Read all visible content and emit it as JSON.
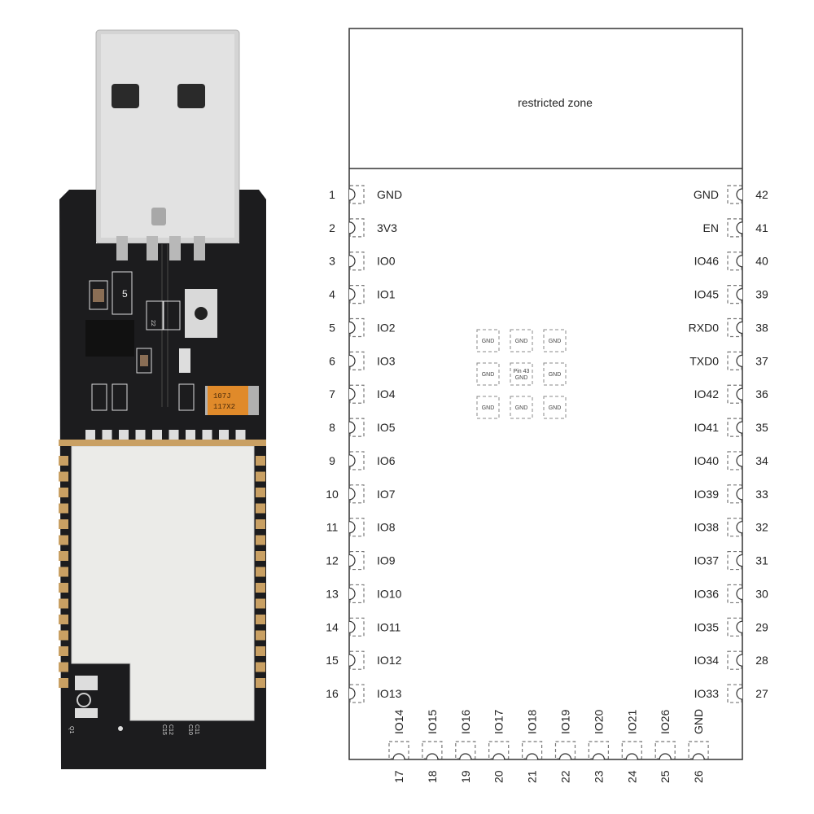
{
  "photo": {
    "capacitor_marking": [
      "107J",
      "117X2"
    ],
    "silkscreen": [
      "C11",
      "C10",
      "C12",
      "C15",
      "Q1"
    ],
    "chip_marking": "5",
    "resistor_marking": "22"
  },
  "diagram": {
    "restricted_zone_label": "restricted zone",
    "center_pads": [
      "GND",
      "GND",
      "GND",
      "GND",
      "Pin 43 GND",
      "GND",
      "GND",
      "GND",
      "GND"
    ],
    "left_pins": [
      {
        "num": "1",
        "name": "GND"
      },
      {
        "num": "2",
        "name": "3V3"
      },
      {
        "num": "3",
        "name": "IO0"
      },
      {
        "num": "4",
        "name": "IO1"
      },
      {
        "num": "5",
        "name": "IO2"
      },
      {
        "num": "6",
        "name": "IO3"
      },
      {
        "num": "7",
        "name": "IO4"
      },
      {
        "num": "8",
        "name": "IO5"
      },
      {
        "num": "9",
        "name": "IO6"
      },
      {
        "num": "10",
        "name": "IO7"
      },
      {
        "num": "11",
        "name": "IO8"
      },
      {
        "num": "12",
        "name": "IO9"
      },
      {
        "num": "13",
        "name": "IO10"
      },
      {
        "num": "14",
        "name": "IO11"
      },
      {
        "num": "15",
        "name": "IO12"
      },
      {
        "num": "16",
        "name": "IO13"
      }
    ],
    "right_pins": [
      {
        "num": "42",
        "name": "GND"
      },
      {
        "num": "41",
        "name": "EN"
      },
      {
        "num": "40",
        "name": "IO46"
      },
      {
        "num": "39",
        "name": "IO45"
      },
      {
        "num": "38",
        "name": "RXD0"
      },
      {
        "num": "37",
        "name": "TXD0"
      },
      {
        "num": "36",
        "name": "IO42"
      },
      {
        "num": "35",
        "name": "IO41"
      },
      {
        "num": "34",
        "name": "IO40"
      },
      {
        "num": "33",
        "name": "IO39"
      },
      {
        "num": "32",
        "name": "IO38"
      },
      {
        "num": "31",
        "name": "IO37"
      },
      {
        "num": "30",
        "name": "IO36"
      },
      {
        "num": "29",
        "name": "IO35"
      },
      {
        "num": "28",
        "name": "IO34"
      },
      {
        "num": "27",
        "name": "IO33"
      }
    ],
    "bottom_pins": [
      {
        "num": "17",
        "name": "IO14"
      },
      {
        "num": "18",
        "name": "IO15"
      },
      {
        "num": "19",
        "name": "IO16"
      },
      {
        "num": "20",
        "name": "IO17"
      },
      {
        "num": "21",
        "name": "IO18"
      },
      {
        "num": "22",
        "name": "IO19"
      },
      {
        "num": "23",
        "name": "IO20"
      },
      {
        "num": "24",
        "name": "IO21"
      },
      {
        "num": "25",
        "name": "IO26"
      },
      {
        "num": "26",
        "name": "GND"
      }
    ]
  },
  "colors": {
    "board": "#1c1c1e",
    "shield": "#e9e9e6",
    "usb": "#cfcfcf",
    "pad": "#c9a063",
    "capacitor": "#e08a2a",
    "line": "#333333",
    "dash": "#777777"
  }
}
